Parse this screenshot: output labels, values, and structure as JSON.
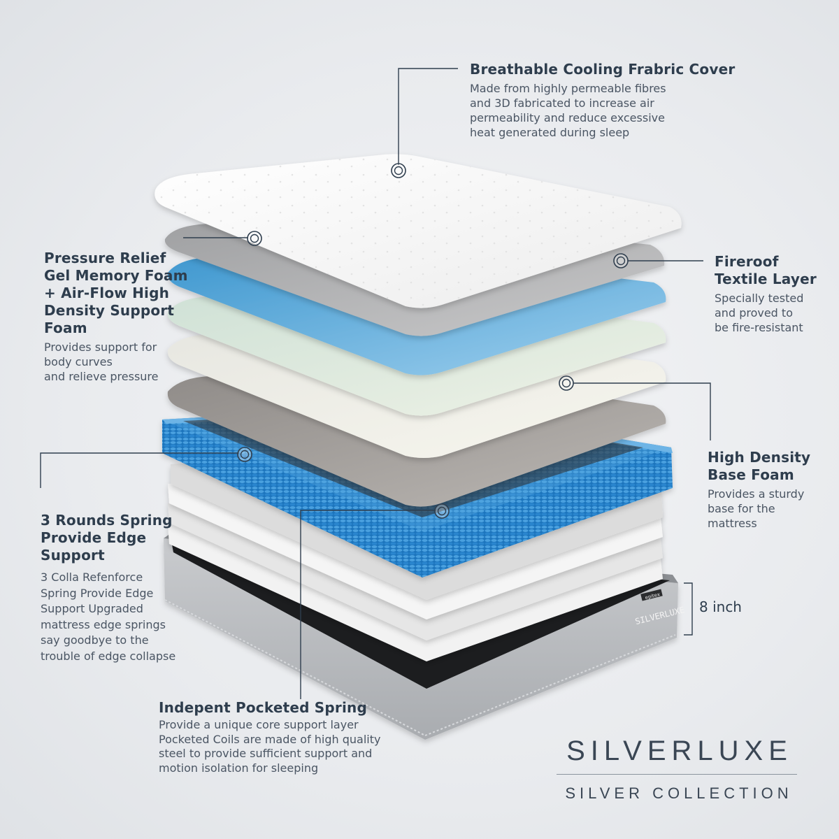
{
  "colors": {
    "heading": "#2e3d4d",
    "body_text": "#4a5563",
    "leader_line": "#2f3e4e",
    "spring_blue": "#1e78c2",
    "gel_blue": "#5aa8d8",
    "case_grey": "#b9bcc0"
  },
  "callouts": {
    "cover": {
      "title": "Breathable Cooling Frabric Cover",
      "body": "Made from highly permeable fibres\nand 3D fabricated to increase air\npermeability and reduce excessive\nheat generated during sleep"
    },
    "gel_foam": {
      "title": "Pressure Relief\nGel Memory Foam\n+ Air-Flow High\nDensity Support\nFoam",
      "body": "Provides support for\nbody curves\nand relieve pressure"
    },
    "fire_layer": {
      "title": "Fireroof\nTextile Layer",
      "body": "Specially tested\nand proved to\nbe fire-resistant"
    },
    "base_foam": {
      "title": "High Density\nBase Foam",
      "body": "Provides a sturdy\nbase for the\nmattress"
    },
    "edge_spring": {
      "title": "3 Rounds Spring\nProvide Edge\nSupport",
      "body": "3 Colla Refenforce\nSpring Provide Edge\nSupport Upgraded\nmattress edge springs\nsay goodbye to the\ntrouble of edge collapse"
    },
    "pocket_spring": {
      "title": "Indepent Pocketed Spring",
      "body": "Provide a unique core support layer\nPocketed Coils are made of high quality\nsteel to provide sufficient support and\nmotion isolation for sleeping"
    }
  },
  "dimension": {
    "height_label": "8 inch"
  },
  "product_case": {
    "tag": "epitex",
    "name": "SILVERLUXE"
  },
  "brand": {
    "name": "SILVERLUXE",
    "subtitle": "SILVER COLLECTION"
  }
}
